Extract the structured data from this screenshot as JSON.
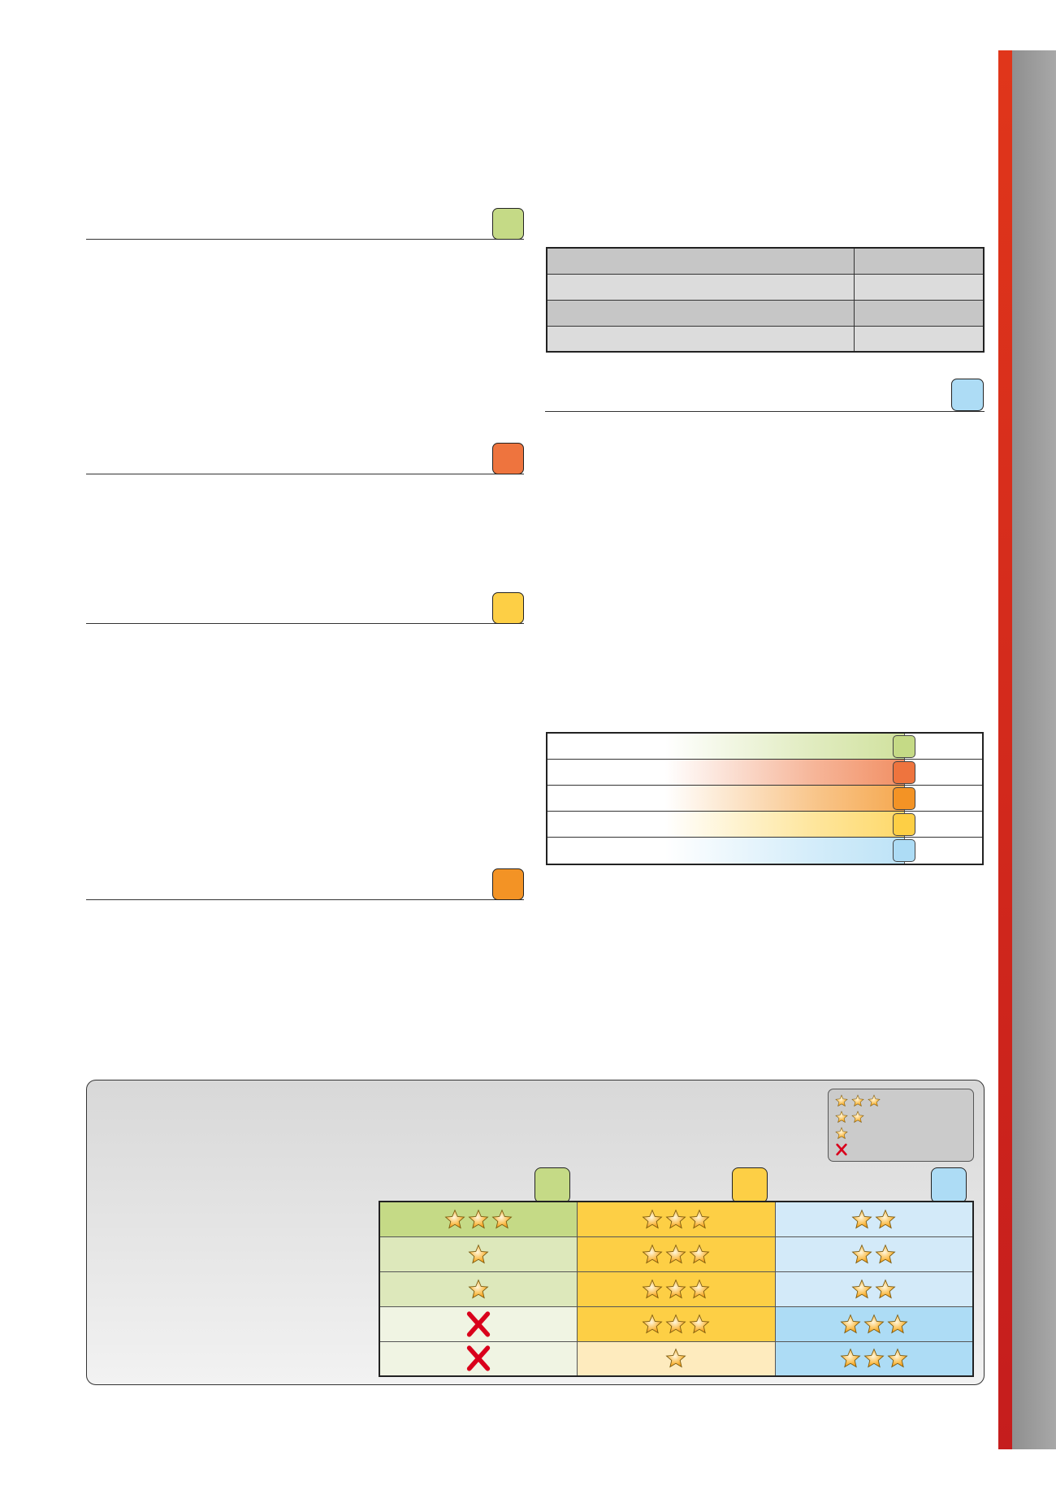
{
  "colors": {
    "green": "#c5da86",
    "red_orange": "#ee743e",
    "yellow": "#fdcf45",
    "orange": "#f39325",
    "blue": "#addcf5",
    "accent_red": "#d22a1e"
  },
  "left_sections": [
    {
      "color": "green"
    },
    {
      "color": "red_orange"
    },
    {
      "color": "yellow"
    },
    {
      "color": "orange"
    }
  ],
  "right_section": {
    "color": "blue"
  },
  "gradient_rows": [
    "green",
    "red_orange",
    "orange",
    "yellow",
    "blue"
  ],
  "legend": [
    {
      "rating": 3
    },
    {
      "rating": 2
    },
    {
      "rating": 1
    },
    {
      "rating": 0
    }
  ],
  "rating_table": {
    "columns": [
      "green",
      "yellow",
      "blue"
    ],
    "rows": [
      [
        3,
        3,
        2
      ],
      [
        1,
        3,
        2
      ],
      [
        1,
        3,
        2
      ],
      [
        0,
        3,
        3
      ],
      [
        0,
        1,
        3
      ]
    ],
    "cell_colors": [
      [
        "#c5da86",
        "#fdcf45",
        "#d3eaf9"
      ],
      [
        "#dde8bb",
        "#fdcf45",
        "#d3eaf9"
      ],
      [
        "#dde8bb",
        "#fdcf45",
        "#d3eaf9"
      ],
      [
        "#f0f4e3",
        "#fdcf45",
        "#addcf5"
      ],
      [
        "#f0f4e3",
        "#feebbe",
        "#addcf5"
      ]
    ]
  }
}
